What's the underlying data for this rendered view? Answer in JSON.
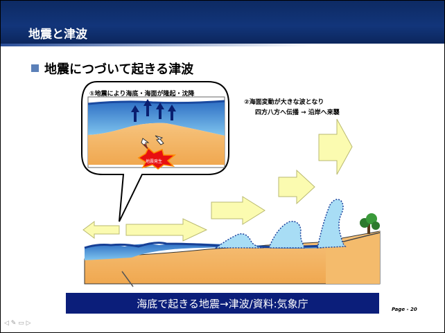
{
  "slide": {
    "title": "地震と津波",
    "heading": "地震につづいて起きる津波",
    "callout_label": "①地震により海底・海面が隆起・沈降",
    "note_line1": "②海面変動が大きな波となり",
    "note_line2": "四方八方へ伝播 → 沿岸へ来襲",
    "epicenter_label": "地震発生",
    "caption": "海底で起きる地震→津波/資料:気象庁",
    "page_number": "Page - 20",
    "nav_icons": [
      "prev-icon",
      "pen-icon",
      "menu-icon",
      "next-icon"
    ]
  },
  "colors": {
    "title_bar": "#12357a",
    "sea": "#3d7fd0",
    "land": "#f3b868",
    "arrow_fill": "#fbfbb0",
    "caption_bg": "#0b1e7a"
  }
}
